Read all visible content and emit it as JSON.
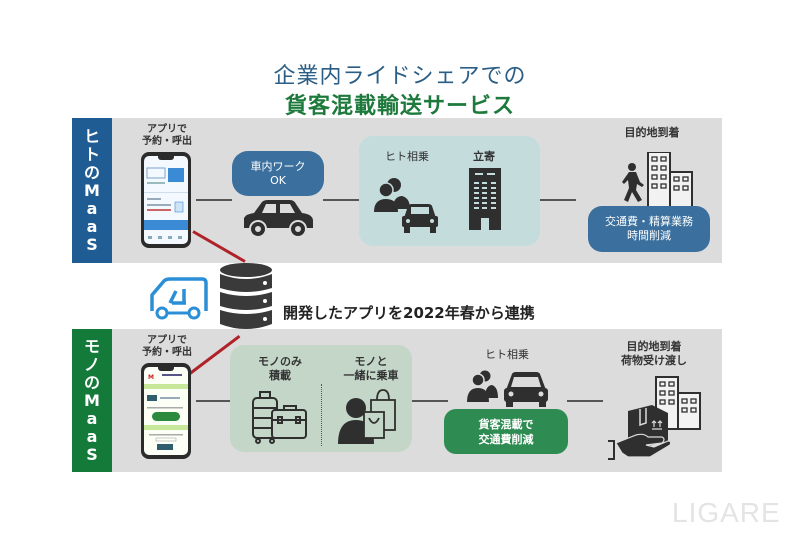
{
  "title": {
    "line1": "企業内ライドシェアでの",
    "line2": "貨客混載輸送サービス"
  },
  "colors": {
    "title_blue": "#2a5e86",
    "title_green": "#1e7a3c",
    "hito_band": "#1f5c94",
    "mono_band": "#137a3a",
    "connector_red": "#b0222a"
  },
  "hito": {
    "band_label": [
      "ヒ",
      "ト",
      "の",
      "M",
      "a",
      "a",
      "S"
    ],
    "app_label": [
      "アプリで",
      "予約・呼出"
    ],
    "work_pill": [
      "車内ワーク",
      "OK"
    ],
    "rideshare_label": "ヒト相乗",
    "stopover_label": "立寄",
    "destination_label": "目的地到着",
    "benefit_pill": [
      "交通費・精算業務",
      "時間削減"
    ],
    "icons": [
      "phone-app-icon",
      "car-icon",
      "people-icon",
      "building-icon",
      "walking-person-icon",
      "office-buildings-icon"
    ]
  },
  "center": {
    "link_text": "開発したアプリを2022年春から連携",
    "icons": [
      "delivery-van-icon",
      "database-icon"
    ]
  },
  "mono": {
    "band_label": [
      "モ",
      "ノ",
      "の",
      "M",
      "a",
      "a",
      "S"
    ],
    "app_label": [
      "アプリで",
      "予約・呼出"
    ],
    "goods_only_label": [
      "モノのみ",
      "積載"
    ],
    "goods_with_label": [
      "モノと",
      "一緒に乗車"
    ],
    "rideshare_label": "ヒト相乗",
    "destination_label": [
      "目的地到着",
      "荷物受け渡し"
    ],
    "benefit_pill": [
      "貨客混載で",
      "交通費削減"
    ],
    "icons": [
      "phone-app-icon",
      "luggage-icon",
      "person-shopping-bags-icon",
      "people-icon",
      "car-icon",
      "package-handover-icon",
      "office-buildings-icon"
    ]
  },
  "watermark": "LIGARE"
}
